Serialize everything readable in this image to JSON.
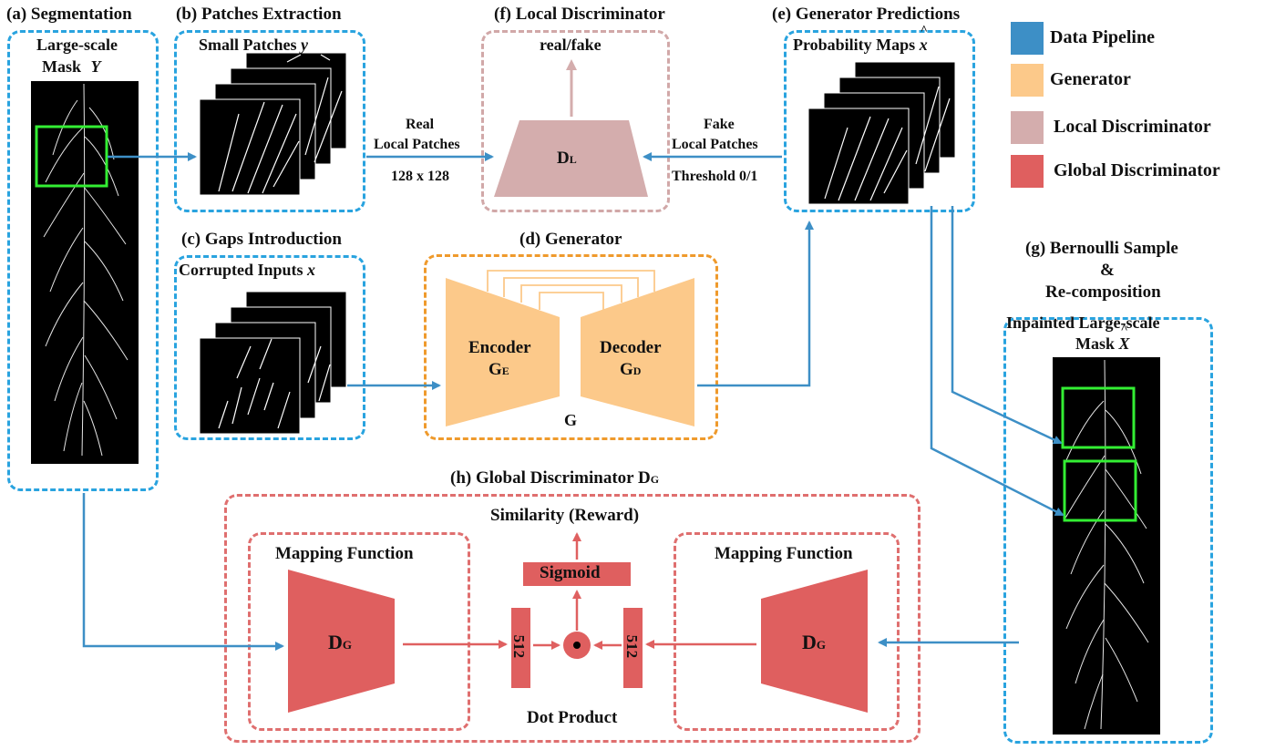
{
  "colors": {
    "data_pipeline": "#3d8fc6",
    "generator": "#fcc98a",
    "local_discriminator": "#d4adad",
    "global_discriminator": "#df5f5f",
    "patch_frame": "#33ee33"
  },
  "legend": [
    {
      "label": "Data Pipeline",
      "color": "#3d8fc6"
    },
    {
      "label": "Generator",
      "color": "#fcc98a"
    },
    {
      "label": "Local Discriminator",
      "color": "#d4adad"
    },
    {
      "label": "Global Discriminator",
      "color": "#df5f5f"
    }
  ],
  "panels": {
    "a": {
      "title": "(a) Segmentation",
      "label_line1": "Large-scale",
      "label_line2": "Mask",
      "var": "Y"
    },
    "b": {
      "title": "(b) Patches Extraction",
      "label": "Small Patches",
      "var": "y"
    },
    "c": {
      "title": "(c) Gaps Introduction",
      "label": "Corrupted Inputs",
      "var": "x"
    },
    "d": {
      "title": "(d) Generator",
      "encoder": "Encoder",
      "encoder_sym": "G",
      "encoder_sub": "E",
      "decoder": "Decoder",
      "decoder_sym": "G",
      "decoder_sub": "D",
      "g": "G"
    },
    "e": {
      "title": "(e) Generator Predictions",
      "label": "Probability Maps",
      "var": "x",
      "hat": "^"
    },
    "f": {
      "title": "(f) Local Discriminator",
      "output": "real/fake",
      "sym": "D",
      "sub": "L"
    },
    "g": {
      "title_line1": "(g) Bernoulli Sample",
      "title_line2": "&",
      "title_line3": "Re-composition",
      "label_line1": "Inpainted Large-scale",
      "label_line2": "Mask",
      "var": "X",
      "hat": "^"
    },
    "h": {
      "title": "(h) Global Discriminator D",
      "title_sub": "G",
      "similarity": "Similarity (Reward)",
      "sigmoid": "Sigmoid",
      "dot_product": "Dot Product",
      "mapping_left": "Mapping Function",
      "mapping_right": "Mapping Function",
      "dg_sym": "D",
      "dg_sub": "G",
      "vec_left": "512",
      "vec_right": "512"
    }
  },
  "edges": {
    "real_line1": "Real",
    "real_line2": "Local Patches",
    "real_size": "128 x 128",
    "fake_line1": "Fake",
    "fake_line2": "Local Patches",
    "fake_threshold": "Threshold 0/1"
  }
}
